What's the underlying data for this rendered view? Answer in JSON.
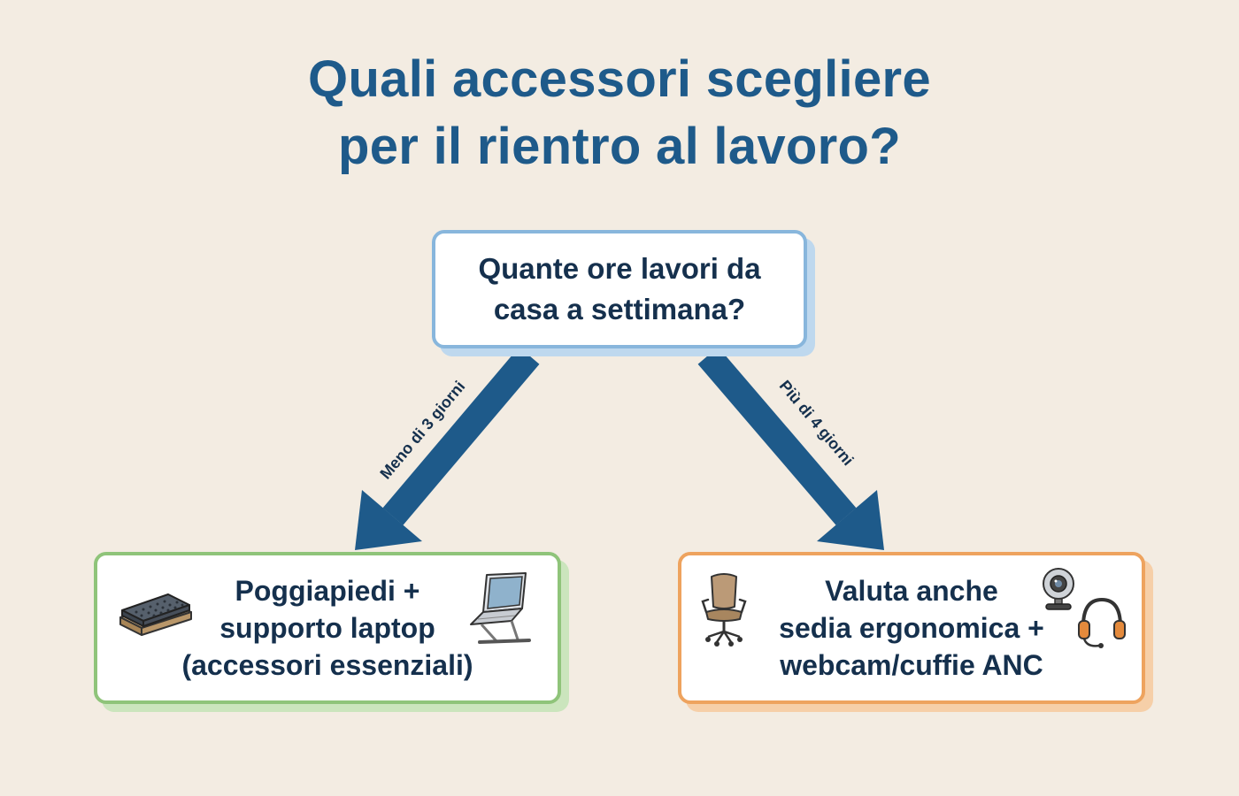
{
  "title": {
    "line1": "Quali accessori scegliere",
    "line2": "per il rientro al lavoro?"
  },
  "question": {
    "line1": "Quante ore lavori da",
    "line2": "casa a settimana?"
  },
  "branches": {
    "left_label": "Meno di 3 giorni",
    "right_label": "Più di 4 giorni"
  },
  "outcomes": {
    "left": {
      "line1": "Poggiapiedi +",
      "line2": "supporto laptop",
      "line3": "(accessori essenziali)"
    },
    "right": {
      "line1": "Valuta anche",
      "line2": "sedia ergonomica +",
      "line3": "webcam/cuffie ANC"
    }
  },
  "icons": {
    "left": [
      "footrest-icon",
      "laptop-stand-icon"
    ],
    "right": [
      "office-chair-icon",
      "webcam-icon",
      "headset-icon"
    ]
  },
  "colors": {
    "title": "#1e5a8a",
    "arrow": "#1e5a8a",
    "question_border": "#88b6dc",
    "left_border": "#8fc47a",
    "right_border": "#eea35e",
    "background": "#f3ece2"
  }
}
